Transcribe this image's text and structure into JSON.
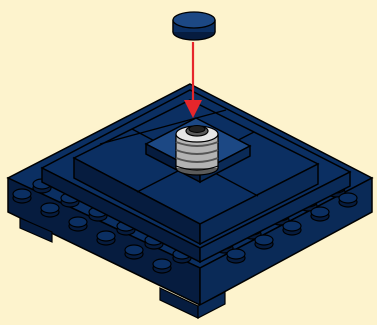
{
  "instruction_step": {
    "background_color": "#fdf3cd",
    "brick_color": "#0b2f62",
    "brick_dark": "#061c3f",
    "brick_light": "#1c4884",
    "outline_color": "#000000",
    "arrow_color": "#e6262b",
    "silver_light": "#e6e6e6",
    "silver_mid": "#b3b3b3",
    "silver_dark": "#5b5b5b",
    "parts": [
      {
        "name": "round-tile-1x1",
        "color_name": "dark-blue",
        "role": "new-piece"
      },
      {
        "name": "brick-round-2x2-grille",
        "color_name": "silver",
        "role": "existing"
      },
      {
        "name": "plate-square-stack",
        "color_name": "dark-blue",
        "role": "existing"
      },
      {
        "name": "base-plate-with-studs",
        "color_name": "dark-blue",
        "role": "existing"
      }
    ],
    "arrow": {
      "direction": "down",
      "icon": "arrow-down-icon"
    }
  }
}
